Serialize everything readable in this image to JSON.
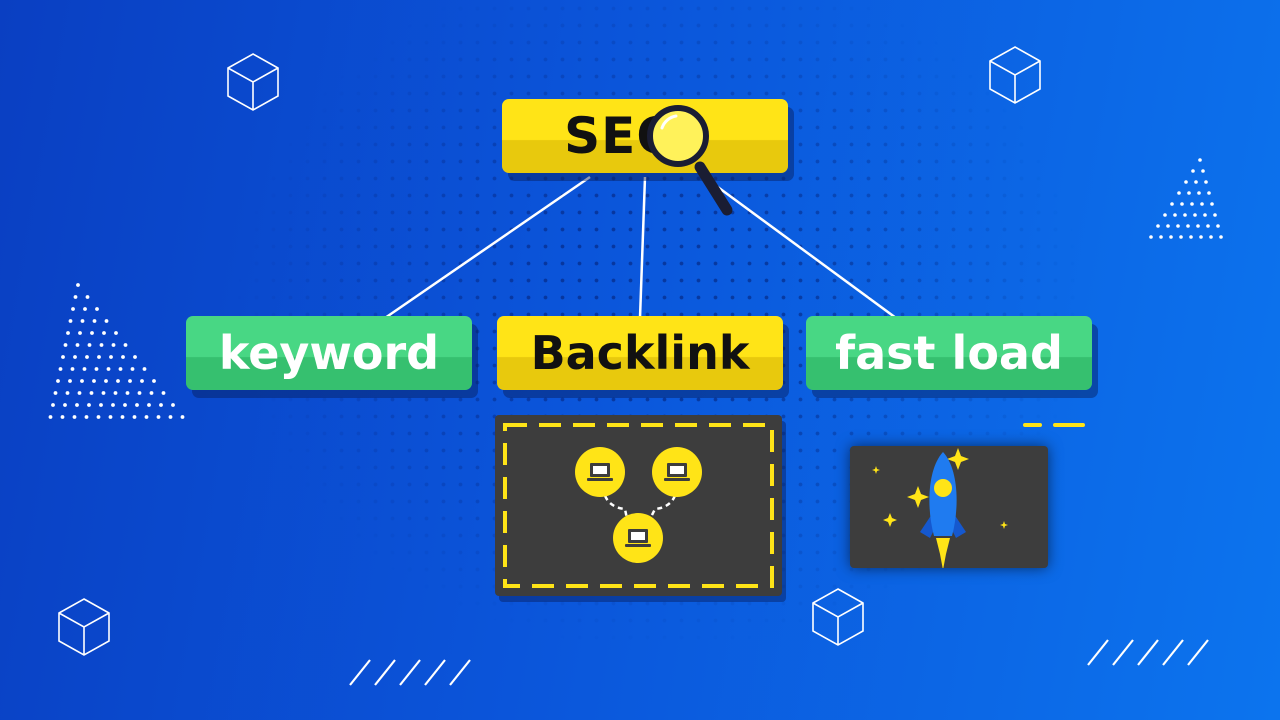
{
  "diagram": {
    "root": {
      "label": "SEO",
      "color": "#ffe417",
      "icon": "magnifier-icon"
    },
    "children": [
      {
        "label": "keyword",
        "color": "#48d784"
      },
      {
        "label": "Backlink",
        "color": "#ffe417"
      },
      {
        "label": "fast load",
        "color": "#48d784"
      }
    ],
    "illustrations": [
      {
        "name": "backlink-network",
        "icon": "linked-computers-icon",
        "accent": "#ffe417"
      },
      {
        "name": "fast-load-rocket",
        "icon": "rocket-icon",
        "accent": "#1f7bf0"
      }
    ],
    "background": {
      "from": "#0a3fc2",
      "to": "#0c74ee"
    }
  }
}
